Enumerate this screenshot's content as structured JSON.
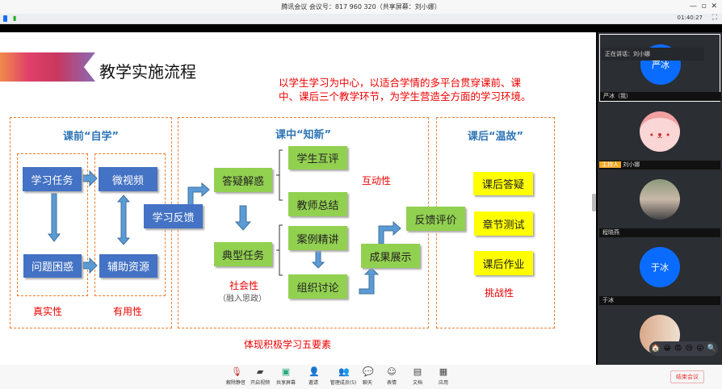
{
  "window": {
    "title": "腾讯会议 会议号：817 960 320（共享屏幕：刘小娜）",
    "time": "01:40:27"
  },
  "slide": {
    "title": "教学实施流程",
    "intro": [
      "以学生学习为中心，以适合学情的多平台贯穿课前、课",
      "中、课后三个教学环节，为学生营造全方面的学习环境。"
    ],
    "pre": {
      "heading": "课前“自学”",
      "boxes": [
        "学习任务",
        "微视频",
        "问题困惑",
        "辅助资源"
      ],
      "labels": [
        "真实性",
        "有用性"
      ]
    },
    "feedback": "学习反馈",
    "mid": {
      "heading": "课中“知新”",
      "boxes": [
        "答疑解惑",
        "学生互评",
        "教师总结",
        "典型任务",
        "案例精讲",
        "组织讨论",
        "成果展示",
        "反馈评价"
      ],
      "label_interactive": "互动性",
      "label_social": "社会性",
      "label_social_note": "（融入思政）"
    },
    "post": {
      "heading": "课后“温故”",
      "boxes": [
        "课后答疑",
        "章节测试",
        "课后作业"
      ],
      "label": "挑战性"
    },
    "footer": "体现积极学习五要素"
  },
  "participants": {
    "speaking": "正在讲话：刘小娜",
    "tiles": [
      {
        "avatar": "严冰",
        "name": "严冰（我）",
        "color": "#0a6cff"
      },
      {
        "name": "刘小娜",
        "badge": "主持人"
      },
      {
        "name": "程晓燕"
      },
      {
        "avatar": "于冰",
        "name": "于冰",
        "color": "#0a6cff"
      },
      {
        "name": ""
      }
    ],
    "reactions": [
      "🏠",
      "😀",
      "😡",
      "😢",
      "😛",
      "🔍"
    ]
  },
  "toolbar": {
    "items": [
      "解除静音",
      "开启视频",
      "共享屏幕",
      "邀请",
      "管理成员(5)",
      "聊天",
      "表情",
      "文档",
      "应用"
    ],
    "end": "结束会议"
  }
}
